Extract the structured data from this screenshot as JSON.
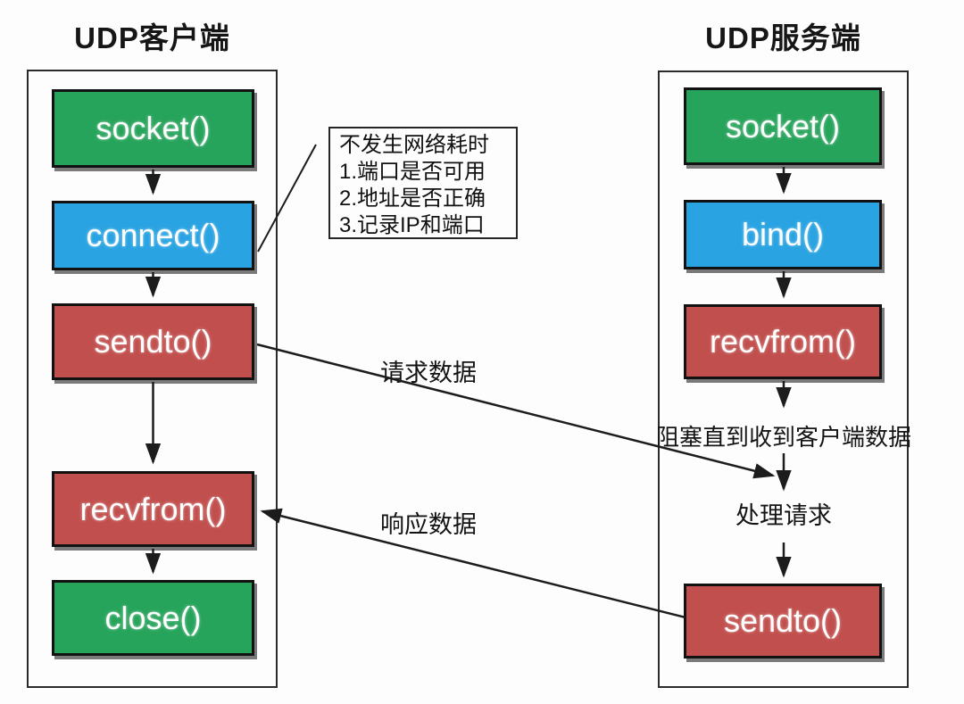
{
  "diagram": {
    "client": {
      "title": "UDP客户端",
      "boxes": [
        {
          "label": "socket()",
          "color": "green"
        },
        {
          "label": "connect()",
          "color": "blue"
        },
        {
          "label": "sendto()",
          "color": "red"
        },
        {
          "label": "recvfrom()",
          "color": "red"
        },
        {
          "label": "close()",
          "color": "green"
        }
      ]
    },
    "server": {
      "title": "UDP服务端",
      "boxes": [
        {
          "label": "socket()",
          "color": "green"
        },
        {
          "label": "bind()",
          "color": "blue"
        },
        {
          "label": "recvfrom()",
          "color": "red"
        },
        {
          "label": "sendto()",
          "color": "red"
        }
      ],
      "notes": {
        "blocking": "阻塞直到收到客户端数据",
        "process": "处理请求"
      }
    },
    "annotation": {
      "lines": [
        "不发生网络耗时",
        "1.端口是否可用",
        "2.地址是否正确",
        "3.记录IP和端口"
      ]
    },
    "flow_labels": {
      "request": "请求数据",
      "response": "响应数据"
    },
    "colors": {
      "green": "#27a45b",
      "blue": "#29a3e2",
      "red": "#c14f4d",
      "line": "#1c1c1c",
      "background": "#ffffff"
    }
  }
}
